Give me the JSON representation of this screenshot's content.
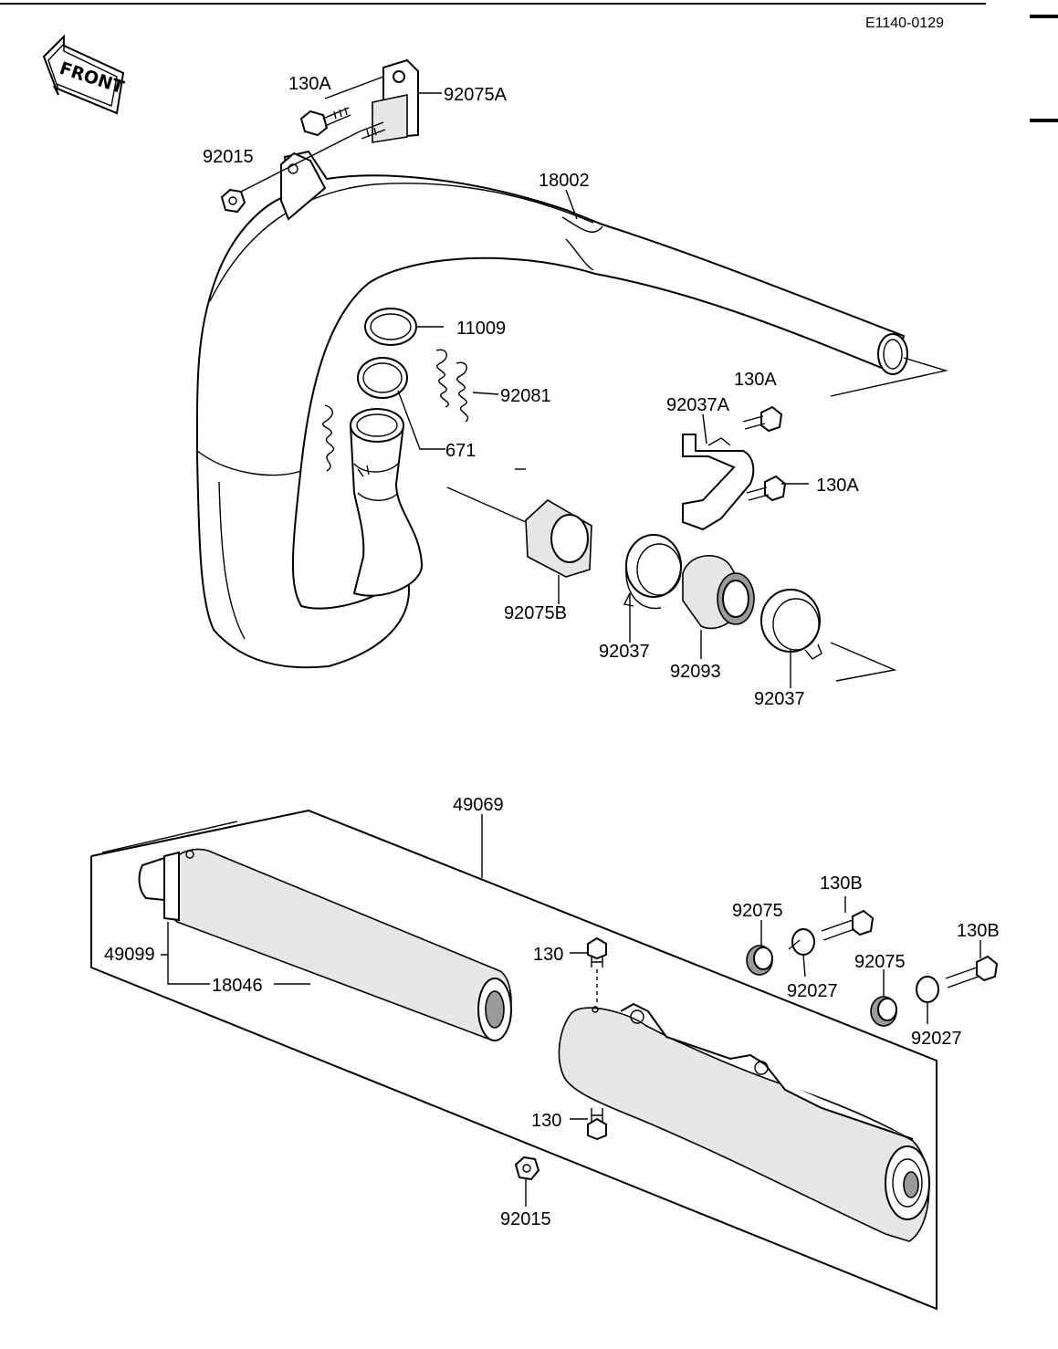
{
  "diagram_code": "E1140-0129",
  "front_badge": "FRONT",
  "labels": {
    "p130a_top": "130A",
    "p92075a": "92075A",
    "p92015_top": "92015",
    "p18002": "18002",
    "p11009": "11009",
    "p92081": "92081",
    "p671": "671",
    "p130a_mid": "130A",
    "p92037a": "92037A",
    "p130a_right": "130A",
    "p92075b": "92075B",
    "p92037_left": "92037",
    "p92093": "92093",
    "p92037_right": "92037",
    "p49069": "49069",
    "p49099": "49099",
    "p18046": "18046",
    "p130_upper": "130",
    "p130_lower": "130",
    "p92015_bottom": "92015",
    "p130b_left": "130B",
    "p92075_left": "92075",
    "p92027_left": "92027",
    "p130b_right": "130B",
    "p92075_right": "92075",
    "p92027_right": "92027"
  }
}
